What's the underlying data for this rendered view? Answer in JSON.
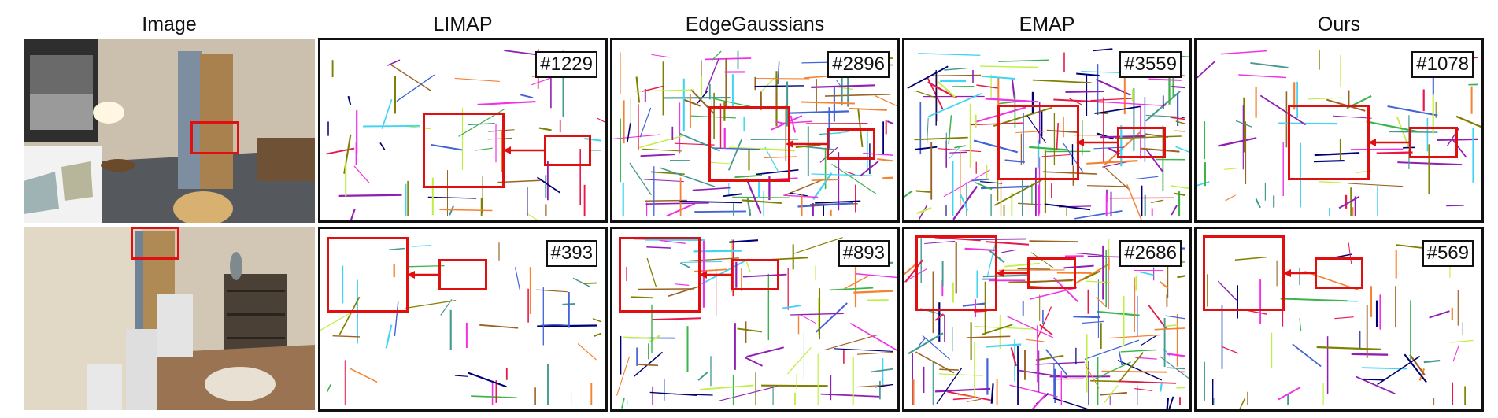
{
  "columns": [
    "Image",
    "LIMAP",
    "EdgeGaussians",
    "EMAP",
    "Ours"
  ],
  "rows": [
    {
      "counts": [
        "#1229",
        "#2896",
        "#3559",
        "#1078"
      ]
    },
    {
      "counts": [
        "#393",
        "#893",
        "#2686",
        "#569"
      ]
    }
  ],
  "colors": {
    "frame": "#111111",
    "highlight": "#e01010"
  },
  "line_palette": [
    "#e6194b",
    "#3cb44b",
    "#4363d8",
    "#f58231",
    "#911eb4",
    "#42d4f4",
    "#f032e6",
    "#bfef45",
    "#469990",
    "#9a6324",
    "#000075",
    "#808000"
  ]
}
